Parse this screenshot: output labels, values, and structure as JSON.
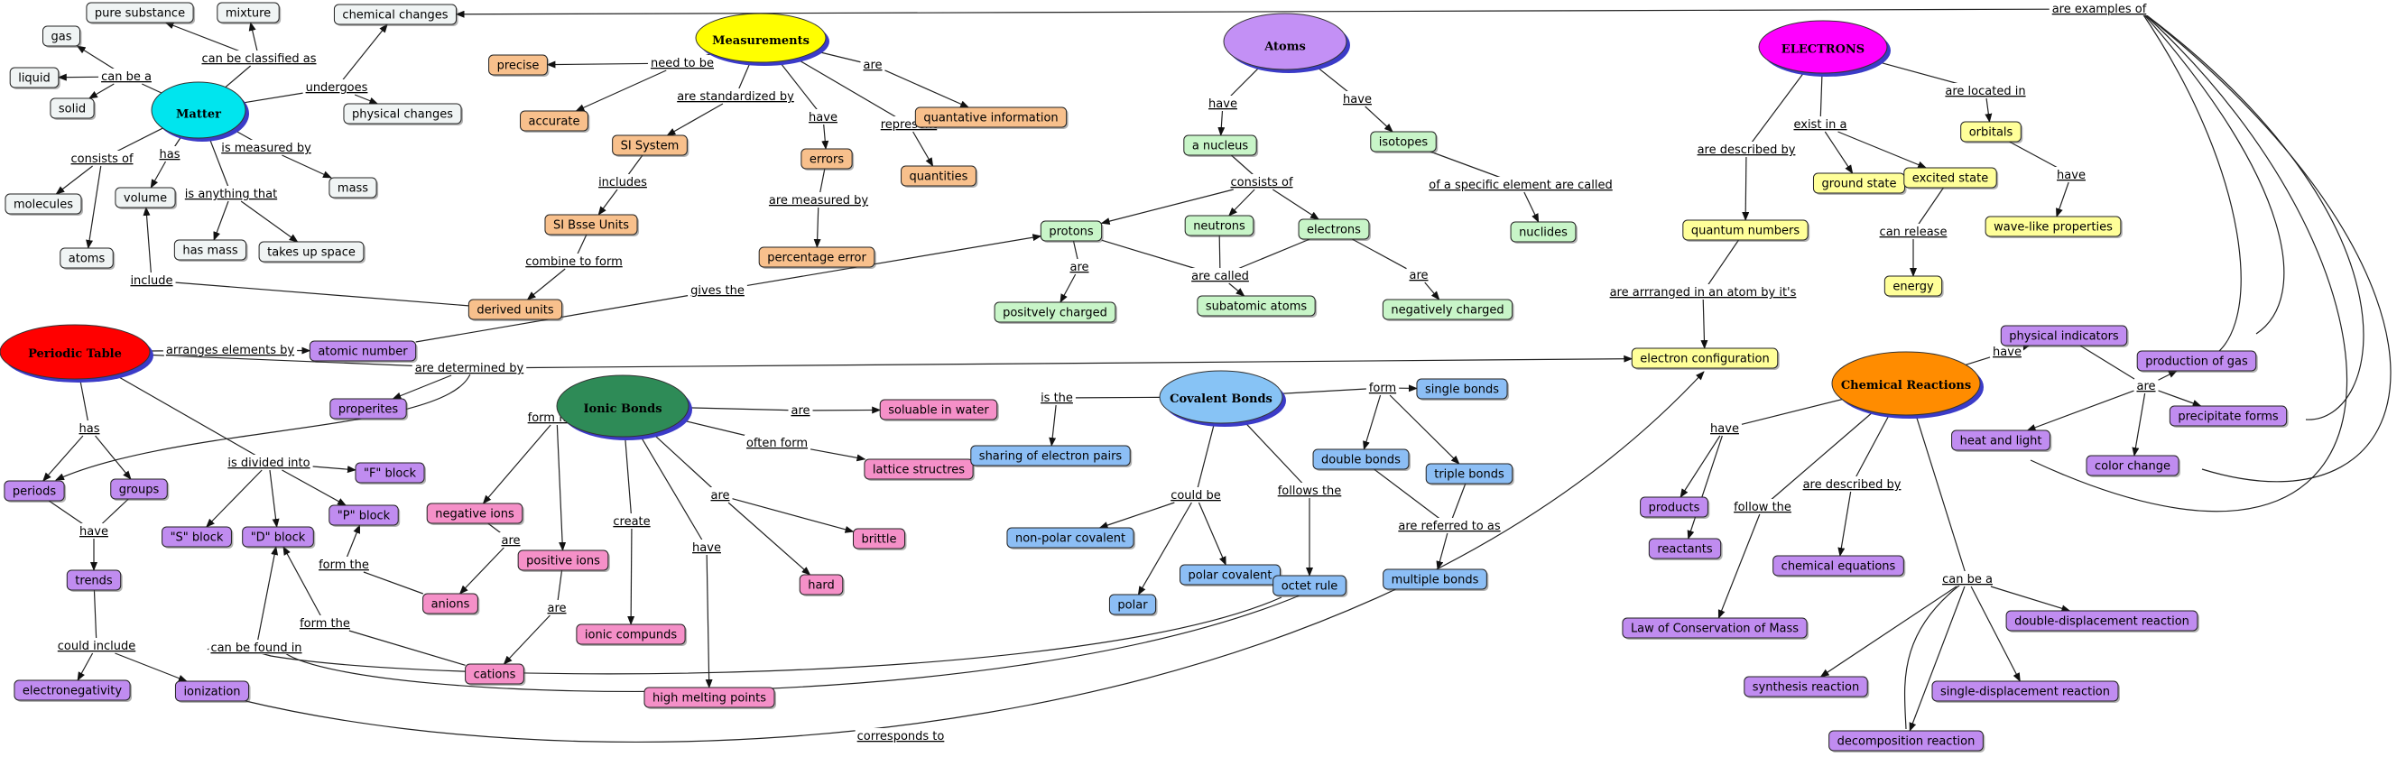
{
  "hubs": [
    {
      "id": "matter",
      "label": "Matter",
      "fill": "#00e5ee"
    },
    {
      "id": "measurements",
      "label": "Measurements",
      "fill": "#ffff00"
    },
    {
      "id": "atoms",
      "label": "Atoms",
      "fill": "#c390f5"
    },
    {
      "id": "electrons",
      "label": "ELECTRONS",
      "fill": "#ff00ff"
    },
    {
      "id": "periodic",
      "label": "Periodic Table",
      "fill": "#ff0000"
    },
    {
      "id": "ionic",
      "label": "Ionic Bonds",
      "fill": "#2e8b57"
    },
    {
      "id": "covalent",
      "label": "Covalent Bonds",
      "fill": "#87c3f5"
    },
    {
      "id": "reactions",
      "label": "Chemical  Reactions",
      "fill": "#ff8c00"
    }
  ],
  "nodes": [
    {
      "id": "pure",
      "label": "pure substance",
      "fill": "#f0f4f4"
    },
    {
      "id": "mixture",
      "label": "mixture",
      "fill": "#f0f4f4"
    },
    {
      "id": "chemchg",
      "label": "chemical changes",
      "fill": "#f0f4f4"
    },
    {
      "id": "gas",
      "label": "gas",
      "fill": "#f0f4f4"
    },
    {
      "id": "liquid",
      "label": "liquid",
      "fill": "#f0f4f4"
    },
    {
      "id": "solid",
      "label": "solid",
      "fill": "#f0f4f4"
    },
    {
      "id": "physchg",
      "label": "physical changes",
      "fill": "#f0f4f4"
    },
    {
      "id": "molecules",
      "label": "molecules",
      "fill": "#f0f4f4"
    },
    {
      "id": "volume",
      "label": "volume",
      "fill": "#f0f4f4"
    },
    {
      "id": "mass",
      "label": "mass",
      "fill": "#f0f4f4"
    },
    {
      "id": "atomsn",
      "label": "atoms",
      "fill": "#f0f4f4"
    },
    {
      "id": "hasmass",
      "label": "has mass",
      "fill": "#f0f4f4"
    },
    {
      "id": "takesup",
      "label": "takes up space",
      "fill": "#f0f4f4"
    },
    {
      "id": "precise",
      "label": "precise",
      "fill": "#f8c08c"
    },
    {
      "id": "accurate",
      "label": "accurate",
      "fill": "#f8c08c"
    },
    {
      "id": "si",
      "label": "SI System",
      "fill": "#f8c08c"
    },
    {
      "id": "errors",
      "label": "errors",
      "fill": "#f8c08c"
    },
    {
      "id": "quantinfo",
      "label": "quantative information",
      "fill": "#f8c08c"
    },
    {
      "id": "quantities",
      "label": "quantities",
      "fill": "#f8c08c"
    },
    {
      "id": "sibase",
      "label": "SI Bsse Units",
      "fill": "#f8c08c"
    },
    {
      "id": "pcterr",
      "label": "percentage error",
      "fill": "#f8c08c"
    },
    {
      "id": "derived",
      "label": "derived units",
      "fill": "#f8c08c"
    },
    {
      "id": "nucleus",
      "label": "a nucleus",
      "fill": "#c8f5c8"
    },
    {
      "id": "isotopes",
      "label": "isotopes",
      "fill": "#c8f5c8"
    },
    {
      "id": "protons",
      "label": "protons",
      "fill": "#c8f5c8"
    },
    {
      "id": "neutrons",
      "label": "neutrons",
      "fill": "#c8f5c8"
    },
    {
      "id": "electronsn",
      "label": "electrons",
      "fill": "#c8f5c8"
    },
    {
      "id": "nuclides",
      "label": "nuclides",
      "fill": "#c8f5c8"
    },
    {
      "id": "poscharged",
      "label": "positvely charged",
      "fill": "#c8f5c8"
    },
    {
      "id": "subatomic",
      "label": "subatomic atoms",
      "fill": "#c8f5c8"
    },
    {
      "id": "negcharged",
      "label": "negatively charged",
      "fill": "#c8f5c8"
    },
    {
      "id": "orbitals",
      "label": "orbitals",
      "fill": "#ffff99"
    },
    {
      "id": "groundstate",
      "label": "ground state",
      "fill": "#ffff99"
    },
    {
      "id": "excited",
      "label": "excited state",
      "fill": "#ffff99"
    },
    {
      "id": "wavelike",
      "label": "wave-like properties",
      "fill": "#ffff99"
    },
    {
      "id": "quantumnum",
      "label": "quantum numbers",
      "fill": "#ffff99"
    },
    {
      "id": "energy",
      "label": "energy",
      "fill": "#ffff99"
    },
    {
      "id": "econfig",
      "label": "electron configuration",
      "fill": "#ffff99"
    },
    {
      "id": "atomicnum",
      "label": "atomic number",
      "fill": "#c08cf0"
    },
    {
      "id": "properites",
      "label": "properites",
      "fill": "#c08cf0"
    },
    {
      "id": "periods",
      "label": "periods",
      "fill": "#c08cf0"
    },
    {
      "id": "groups",
      "label": "groups",
      "fill": "#c08cf0"
    },
    {
      "id": "fblock",
      "label": "\"F\" block",
      "fill": "#c08cf0"
    },
    {
      "id": "pblock",
      "label": "\"P\" block",
      "fill": "#c08cf0"
    },
    {
      "id": "sblock",
      "label": "\"S\" block",
      "fill": "#c08cf0"
    },
    {
      "id": "dblock",
      "label": "\"D\" block",
      "fill": "#c08cf0"
    },
    {
      "id": "trends",
      "label": "trends",
      "fill": "#c08cf0"
    },
    {
      "id": "electroneg",
      "label": "electronegativity",
      "fill": "#c08cf0"
    },
    {
      "id": "ionization",
      "label": "ionization",
      "fill": "#c08cf0"
    },
    {
      "id": "soluble",
      "label": "soluable in water",
      "fill": "#f590c8"
    },
    {
      "id": "lattice",
      "label": "lattice structres",
      "fill": "#f590c8"
    },
    {
      "id": "negions",
      "label": "negative ions",
      "fill": "#f590c8"
    },
    {
      "id": "posions",
      "label": "positive ions",
      "fill": "#f590c8"
    },
    {
      "id": "brittle",
      "label": "brittle",
      "fill": "#f590c8"
    },
    {
      "id": "anions",
      "label": "anions",
      "fill": "#f590c8"
    },
    {
      "id": "hard",
      "label": "hard",
      "fill": "#f590c8"
    },
    {
      "id": "ioniccomp",
      "label": "ionic compunds",
      "fill": "#f590c8"
    },
    {
      "id": "cations",
      "label": "cations",
      "fill": "#f590c8"
    },
    {
      "id": "highmelt",
      "label": "high melting points",
      "fill": "#f590c8"
    },
    {
      "id": "singleb",
      "label": "single bonds",
      "fill": "#8cbef5"
    },
    {
      "id": "sharing",
      "label": "sharing of electron pairs",
      "fill": "#8cbef5"
    },
    {
      "id": "doubleb",
      "label": "double bonds",
      "fill": "#8cbef5"
    },
    {
      "id": "tripleb",
      "label": "triple bonds",
      "fill": "#8cbef5"
    },
    {
      "id": "nonpolar",
      "label": "non-polar covalent",
      "fill": "#8cbef5"
    },
    {
      "id": "polarcov",
      "label": "polar covalent",
      "fill": "#8cbef5"
    },
    {
      "id": "octet",
      "label": "octet rule",
      "fill": "#8cbef5"
    },
    {
      "id": "multiple",
      "label": "multiple bonds",
      "fill": "#8cbef5"
    },
    {
      "id": "polar",
      "label": "polar",
      "fill": "#8cbef5"
    },
    {
      "id": "physind",
      "label": "physical indicators",
      "fill": "#c08cf0"
    },
    {
      "id": "prodgas",
      "label": "production of gas",
      "fill": "#c08cf0"
    },
    {
      "id": "precip",
      "label": "precipitate forms",
      "fill": "#c08cf0"
    },
    {
      "id": "heatlight",
      "label": "heat and light",
      "fill": "#c08cf0"
    },
    {
      "id": "colorchg",
      "label": "color change",
      "fill": "#c08cf0"
    },
    {
      "id": "products",
      "label": "products",
      "fill": "#c08cf0"
    },
    {
      "id": "reactants",
      "label": "reactants",
      "fill": "#c08cf0"
    },
    {
      "id": "chemeq",
      "label": "chemical equations",
      "fill": "#c08cf0"
    },
    {
      "id": "lawcons",
      "label": "Law of Conservation of Mass",
      "fill": "#c08cf0"
    },
    {
      "id": "doubledisp",
      "label": "double-displacement reaction",
      "fill": "#c08cf0"
    },
    {
      "id": "synthesis",
      "label": "synthesis reaction",
      "fill": "#c08cf0"
    },
    {
      "id": "singledisp",
      "label": "single-displacement reaction",
      "fill": "#c08cf0"
    },
    {
      "id": "decomp",
      "label": "decomposition reaction",
      "fill": "#c08cf0"
    }
  ],
  "labels": [
    {
      "id": "l_classified",
      "text": "can be classified as"
    },
    {
      "id": "l_canbea",
      "text": "can be a"
    },
    {
      "id": "l_undergoes",
      "text": "undergoes"
    },
    {
      "id": "l_consistsof",
      "text": "consists of"
    },
    {
      "id": "l_has",
      "text": "has"
    },
    {
      "id": "l_measuredby",
      "text": "is measured by"
    },
    {
      "id": "l_anything",
      "text": "is anything that"
    },
    {
      "id": "l_include",
      "text": "include"
    },
    {
      "id": "l_needtobe",
      "text": "need to be"
    },
    {
      "id": "l_standardized",
      "text": "are standardized by"
    },
    {
      "id": "l_have_m",
      "text": "have"
    },
    {
      "id": "l_are_m",
      "text": "are"
    },
    {
      "id": "l_represent",
      "text": "represent"
    },
    {
      "id": "l_includes",
      "text": "includes"
    },
    {
      "id": "l_aremeasured",
      "text": "are measured by"
    },
    {
      "id": "l_combine",
      "text": "combine to form"
    },
    {
      "id": "l_have_a1",
      "text": "have"
    },
    {
      "id": "l_have_a2",
      "text": "have"
    },
    {
      "id": "l_consistsof2",
      "text": "consists of"
    },
    {
      "id": "l_specific",
      "text": "of a specific element are called"
    },
    {
      "id": "l_are_p",
      "text": "are"
    },
    {
      "id": "l_arecalled",
      "text": "are called"
    },
    {
      "id": "l_are_e",
      "text": "are"
    },
    {
      "id": "l_givesthe",
      "text": "gives the"
    },
    {
      "id": "l_describedby",
      "text": "are described by"
    },
    {
      "id": "l_exist",
      "text": "exist in a"
    },
    {
      "id": "l_located",
      "text": "are located in"
    },
    {
      "id": "l_have_o",
      "text": "have"
    },
    {
      "id": "l_release",
      "text": "can release"
    },
    {
      "id": "l_arranged",
      "text": "are arrranged in an atom by it's"
    },
    {
      "id": "l_examples",
      "text": "are examples of"
    },
    {
      "id": "l_arranges",
      "text": "arranges elements by"
    },
    {
      "id": "l_determined",
      "text": "are determined by"
    },
    {
      "id": "l_has_pt",
      "text": "has"
    },
    {
      "id": "l_divided",
      "text": "is divided into"
    },
    {
      "id": "l_have_pg",
      "text": "have"
    },
    {
      "id": "l_couldinclude",
      "text": "could include"
    },
    {
      "id": "l_formthe1",
      "text": "form the"
    },
    {
      "id": "l_formthe2",
      "text": "form the"
    },
    {
      "id": "l_foundin",
      "text": "can be found in"
    },
    {
      "id": "l_correspond",
      "text": "corresponds to"
    },
    {
      "id": "l_formfrom",
      "text": "form from"
    },
    {
      "id": "l_are_ib",
      "text": "are"
    },
    {
      "id": "l_oftenform",
      "text": "often form"
    },
    {
      "id": "l_are_neg",
      "text": "are"
    },
    {
      "id": "l_are_pos",
      "text": "are"
    },
    {
      "id": "l_create",
      "text": "create"
    },
    {
      "id": "l_have_ib",
      "text": "have"
    },
    {
      "id": "l_are_ib2",
      "text": "are"
    },
    {
      "id": "l_isthe",
      "text": "is the"
    },
    {
      "id": "l_form_cb",
      "text": "form"
    },
    {
      "id": "l_couldbe",
      "text": "could be"
    },
    {
      "id": "l_follows",
      "text": "follows the"
    },
    {
      "id": "l_referred",
      "text": "are referred to as"
    },
    {
      "id": "l_have_cr",
      "text": "have"
    },
    {
      "id": "l_are_cr",
      "text": "are"
    },
    {
      "id": "l_have_cr2",
      "text": "have"
    },
    {
      "id": "l_follow",
      "text": "follow the"
    },
    {
      "id": "l_describedby2",
      "text": "are described by"
    },
    {
      "id": "l_canbea2",
      "text": "can be a"
    }
  ]
}
